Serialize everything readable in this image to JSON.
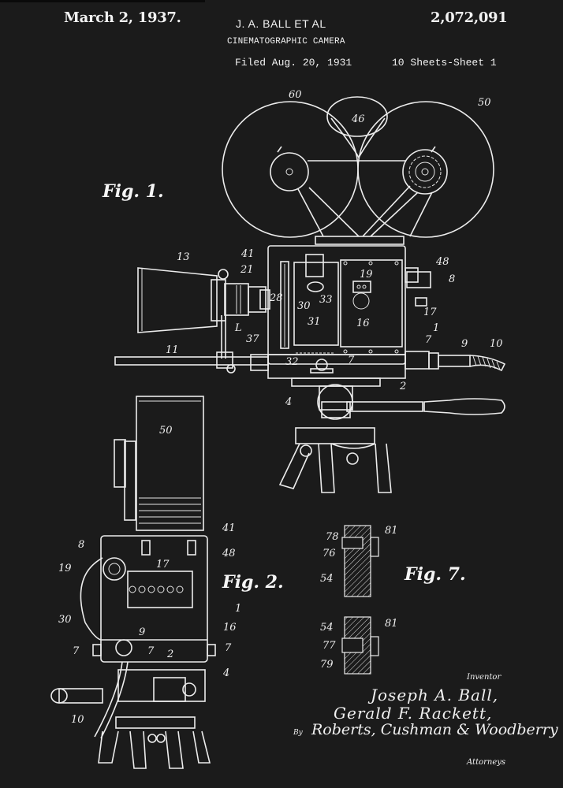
{
  "header": {
    "date": "March 2, 1937.",
    "inventors": "J. A. BALL ET AL",
    "patent_number": "2,072,091",
    "title": "CINEMATOGRAPHIC CAMERA",
    "filed": "Filed Aug. 20, 1931",
    "sheets": "10 Sheets-Sheet 1"
  },
  "figures": {
    "fig1": {
      "label": "Fig. 1.",
      "refs": [
        "60",
        "46",
        "50",
        "13",
        "41",
        "21",
        "48",
        "8",
        "19",
        "33",
        "28",
        "30",
        "31",
        "16",
        "17",
        "1",
        "7",
        "L",
        "37",
        "11",
        "32",
        "7",
        "9",
        "10",
        "2",
        "4"
      ]
    },
    "fig2": {
      "label": "Fig. 2.",
      "refs": [
        "50",
        "41",
        "48",
        "8",
        "19",
        "17",
        "30",
        "1",
        "16",
        "9",
        "7",
        "7",
        "2",
        "7",
        "4",
        "10"
      ]
    },
    "fig7": {
      "label": "Fig. 7.",
      "refs": [
        "78",
        "81",
        "76",
        "54",
        "54",
        "81",
        "77",
        "79"
      ]
    }
  },
  "signature_block": {
    "inventor_label": "Inventor",
    "inventor_1": "Joseph A. Ball,",
    "inventor_2": "Gerald F. Rackett,",
    "by": "By",
    "attorneys_signature": "Roberts, Cushman & Woodberry",
    "attorneys_label": "Attorneys"
  },
  "colors": {
    "background": "#1b1b1b",
    "ink": "#ececec"
  }
}
